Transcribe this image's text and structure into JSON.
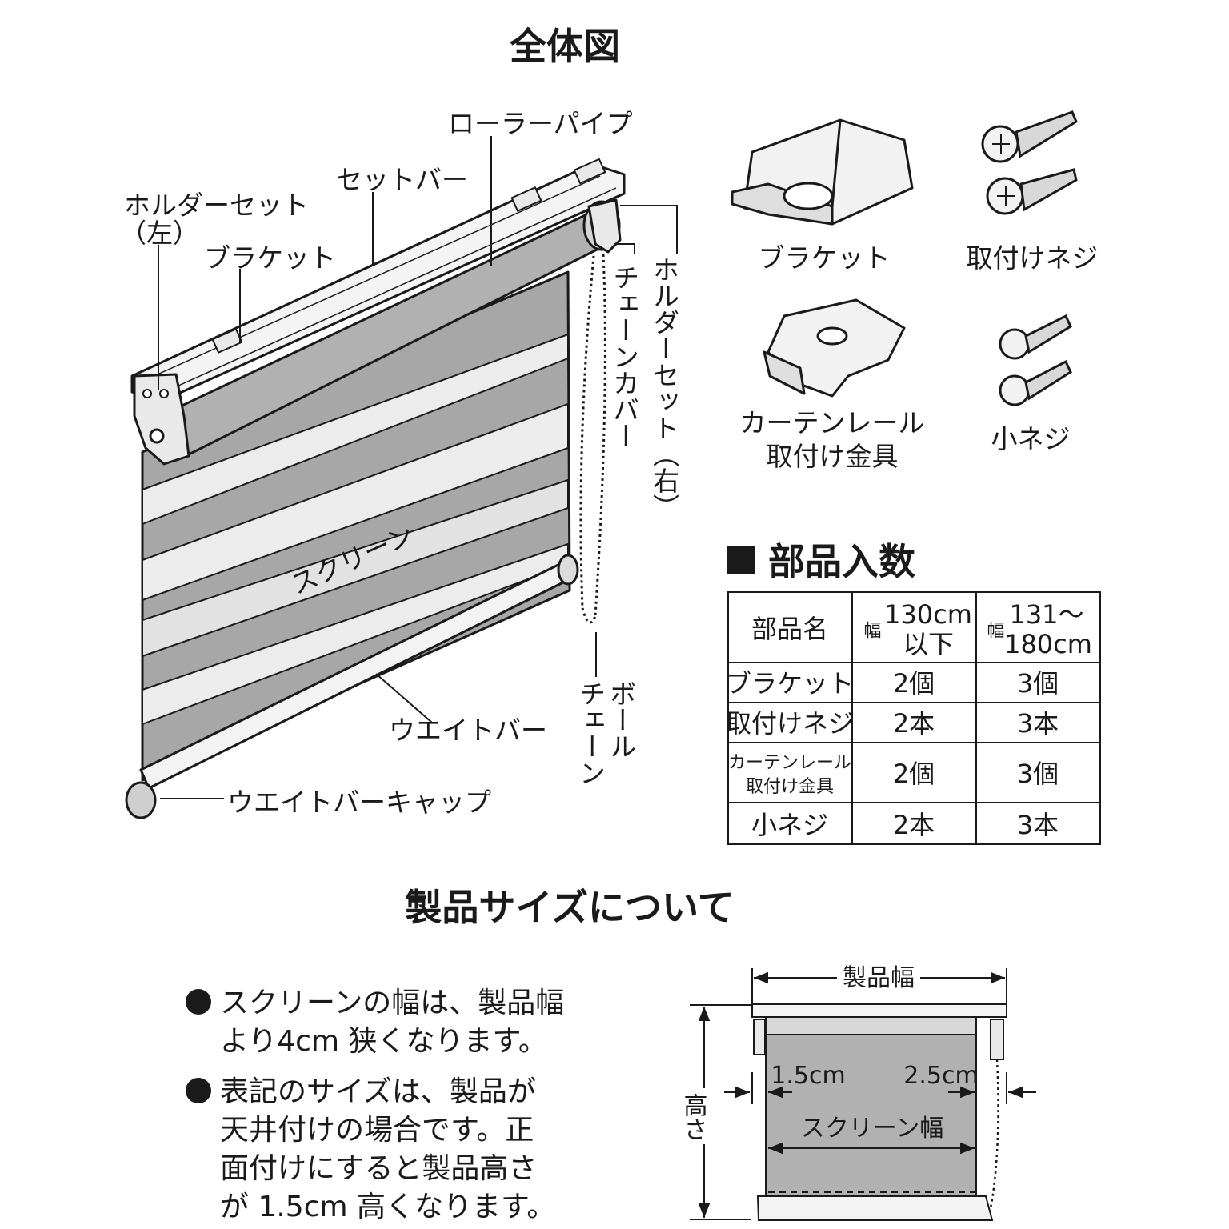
{
  "overview": {
    "title": "全体図",
    "labels": {
      "roller_pipe": "ローラーパイプ",
      "set_bar": "セットバー",
      "holder_left_1": "ホルダーセット",
      "holder_left_2": "（左）",
      "bracket": "ブラケット",
      "screen": "スクリーン",
      "weight_bar": "ウエイトバー",
      "weight_bar_cap": "ウエイトバーキャップ",
      "chain_cover": "チェーンカバー",
      "holder_right": "ホルダーセット（右）",
      "ball_chain_1": "ボール",
      "ball_chain_2": "チェーン"
    }
  },
  "parts": {
    "bracket": "ブラケット",
    "mount_screw": "取付けネジ",
    "rail_fitting_1": "カーテンレール",
    "rail_fitting_2": "取付け金具",
    "small_screw": "小ネジ"
  },
  "quantity": {
    "title": "部品入数",
    "header": {
      "name": "部品名",
      "width_label": "幅",
      "col1_line1": "130cm",
      "col1_line2": "以下",
      "col2_line1": "131〜",
      "col2_line2": "180cm"
    },
    "rows": [
      {
        "name": "ブラケット",
        "c1": "2個",
        "c2": "3個"
      },
      {
        "name": "取付けネジ",
        "c1": "2本",
        "c2": "3本"
      },
      {
        "name_line1": "カーテンレール",
        "name_line2": "取付け金具",
        "c1": "2個",
        "c2": "3個"
      },
      {
        "name": "小ネジ",
        "c1": "2本",
        "c2": "3本"
      }
    ]
  },
  "size": {
    "title": "製品サイズについて",
    "notes": [
      {
        "lines": [
          "スクリーンの幅は、製品幅",
          "より4cm 狭くなります。"
        ]
      },
      {
        "lines": [
          "表記のサイズは、製品が",
          "天井付けの場合です。正",
          "面付けにすると製品高さ",
          "が 1.5cm 高くなります。"
        ]
      }
    ],
    "diagram": {
      "product_width": "製品幅",
      "height": "高さ",
      "left_gap": "1.5cm",
      "right_gap": "2.5cm",
      "screen_width": "スクリーン幅"
    }
  }
}
